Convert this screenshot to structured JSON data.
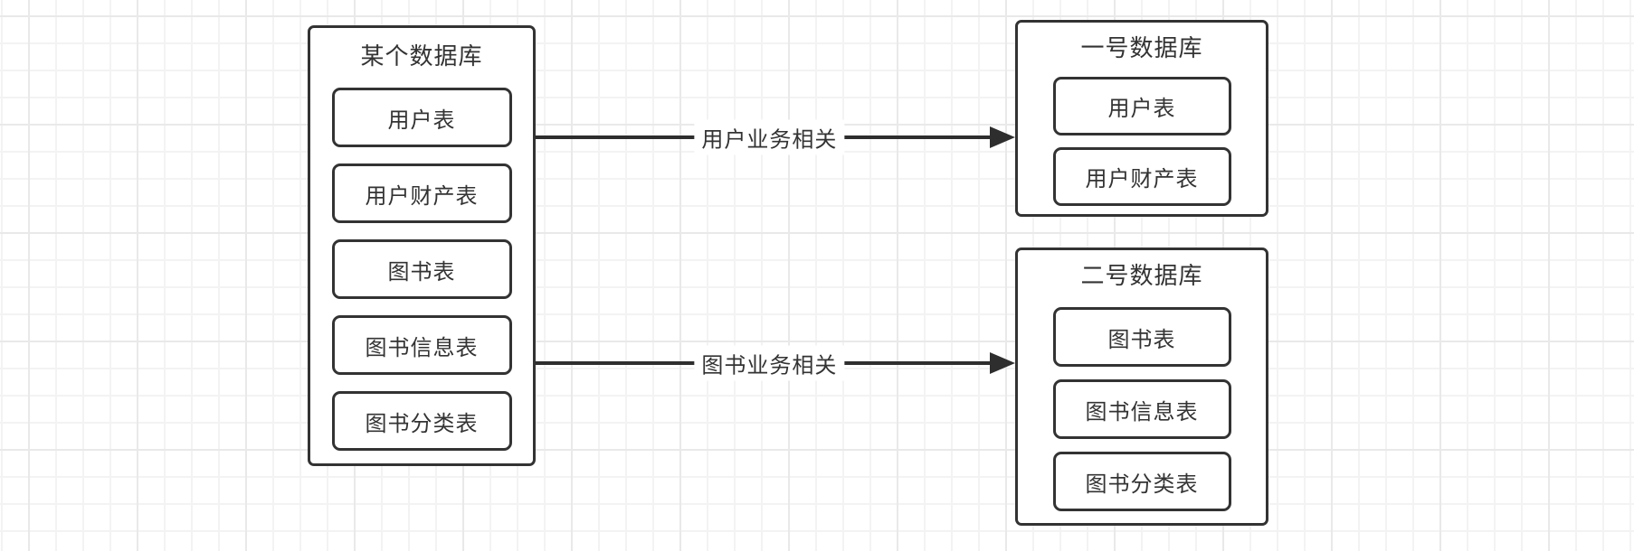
{
  "canvas": {
    "colors": {
      "stroke": "#333333",
      "text": "#333333",
      "arrow": "#2e2e2e",
      "background": "#ffffff",
      "grid_minor": "#f3f3f3",
      "grid_major": "#e9e9e9"
    }
  },
  "diagram": {
    "source_db": {
      "title": "某个数据库",
      "tables": [
        "用户表",
        "用户财产表",
        "图书表",
        "图书信息表",
        "图书分类表"
      ]
    },
    "db1": {
      "title": "一号数据库",
      "tables": [
        "用户表",
        "用户财产表"
      ]
    },
    "db2": {
      "title": "二号数据库",
      "tables": [
        "图书表",
        "图书信息表",
        "图书分类表"
      ]
    },
    "arrows": [
      {
        "label": "用户业务相关"
      },
      {
        "label": "图书业务相关"
      }
    ]
  }
}
